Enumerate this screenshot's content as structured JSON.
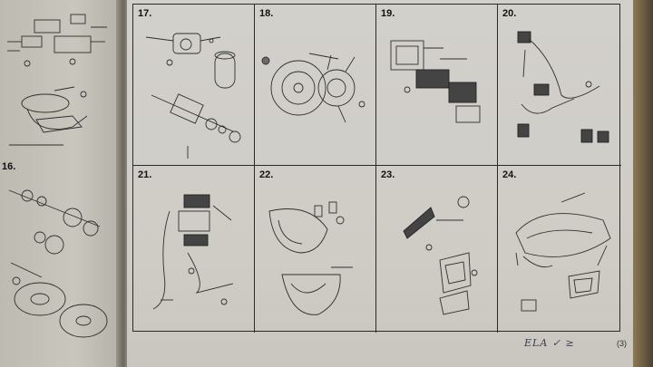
{
  "left_page": {
    "section_16_label": "16."
  },
  "diagrams": [
    {
      "number": "17.",
      "subject": "starter-motor"
    },
    {
      "number": "18.",
      "subject": "alternator-flywheel"
    },
    {
      "number": "19.",
      "subject": "electrical-control-units"
    },
    {
      "number": "20.",
      "subject": "ignition-wiring"
    },
    {
      "number": "21.",
      "subject": "handlebar-switch"
    },
    {
      "number": "22.",
      "subject": "headlight-assembly"
    },
    {
      "number": "23.",
      "subject": "turn-signal-lamps"
    },
    {
      "number": "24.",
      "subject": "front-cover-lamp"
    }
  ],
  "footer": {
    "handwriting": "ELA ✓ ≥",
    "page_number": "(3)"
  }
}
